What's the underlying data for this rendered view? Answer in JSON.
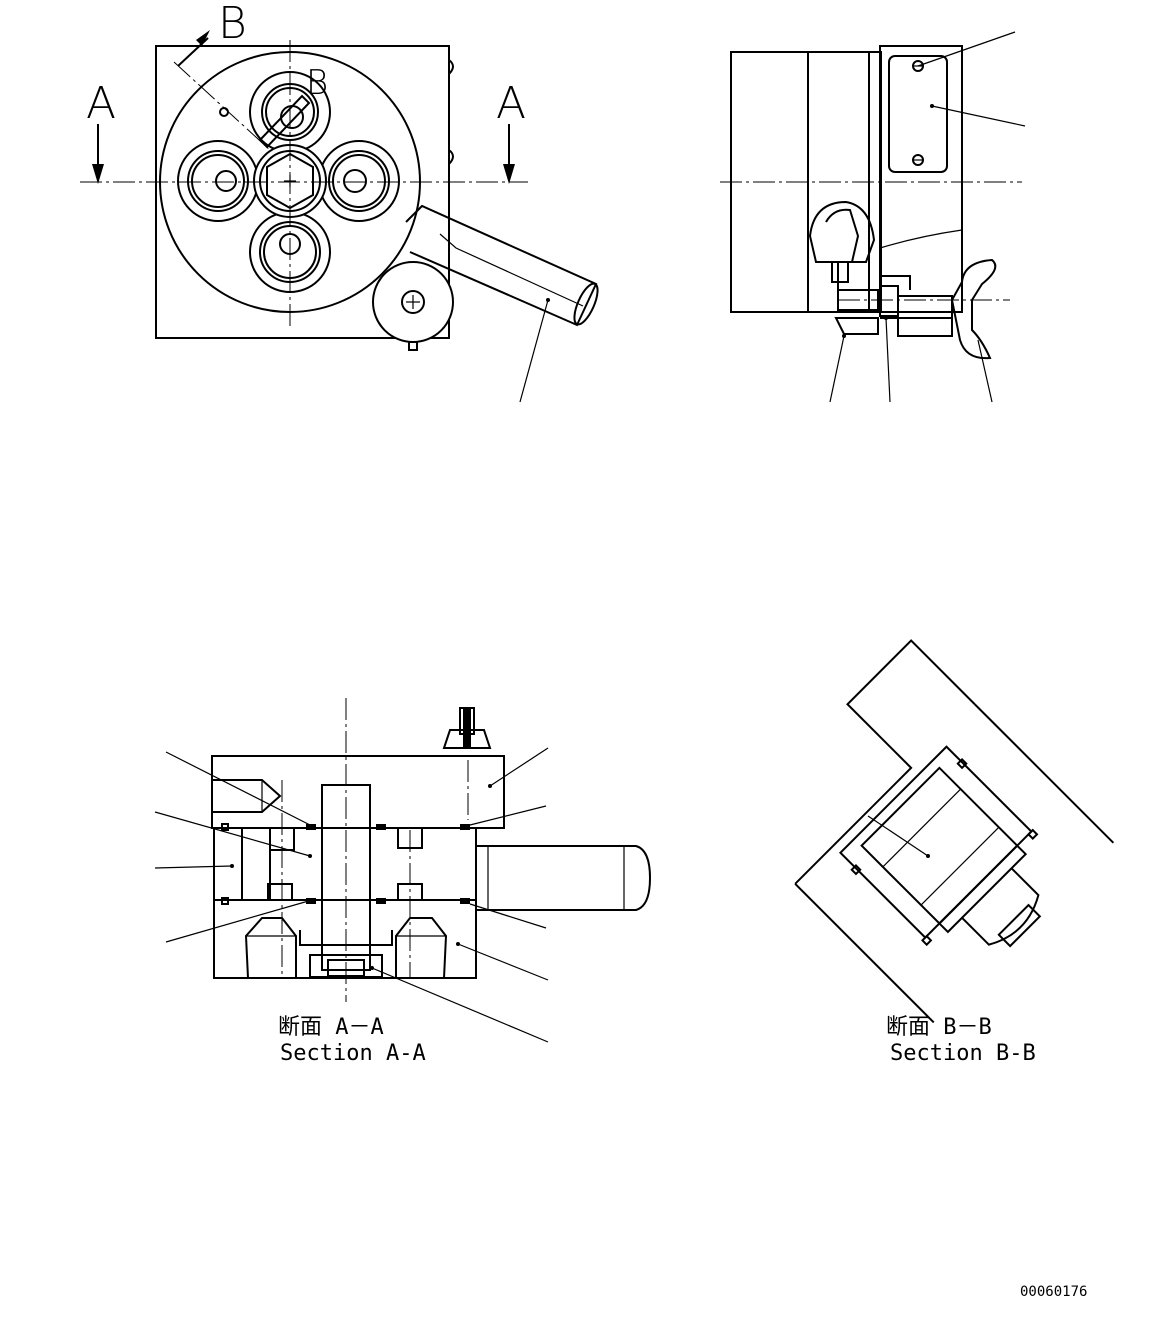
{
  "top_left_view": {
    "section_mark_a": "A",
    "section_mark_b": "B"
  },
  "section_a": {
    "title_jp": "断面 A－A",
    "title_en": "Section A-A"
  },
  "section_b": {
    "title_jp": "断面 B－B",
    "title_en": "Section B-B"
  },
  "drawing_number": "00060176"
}
